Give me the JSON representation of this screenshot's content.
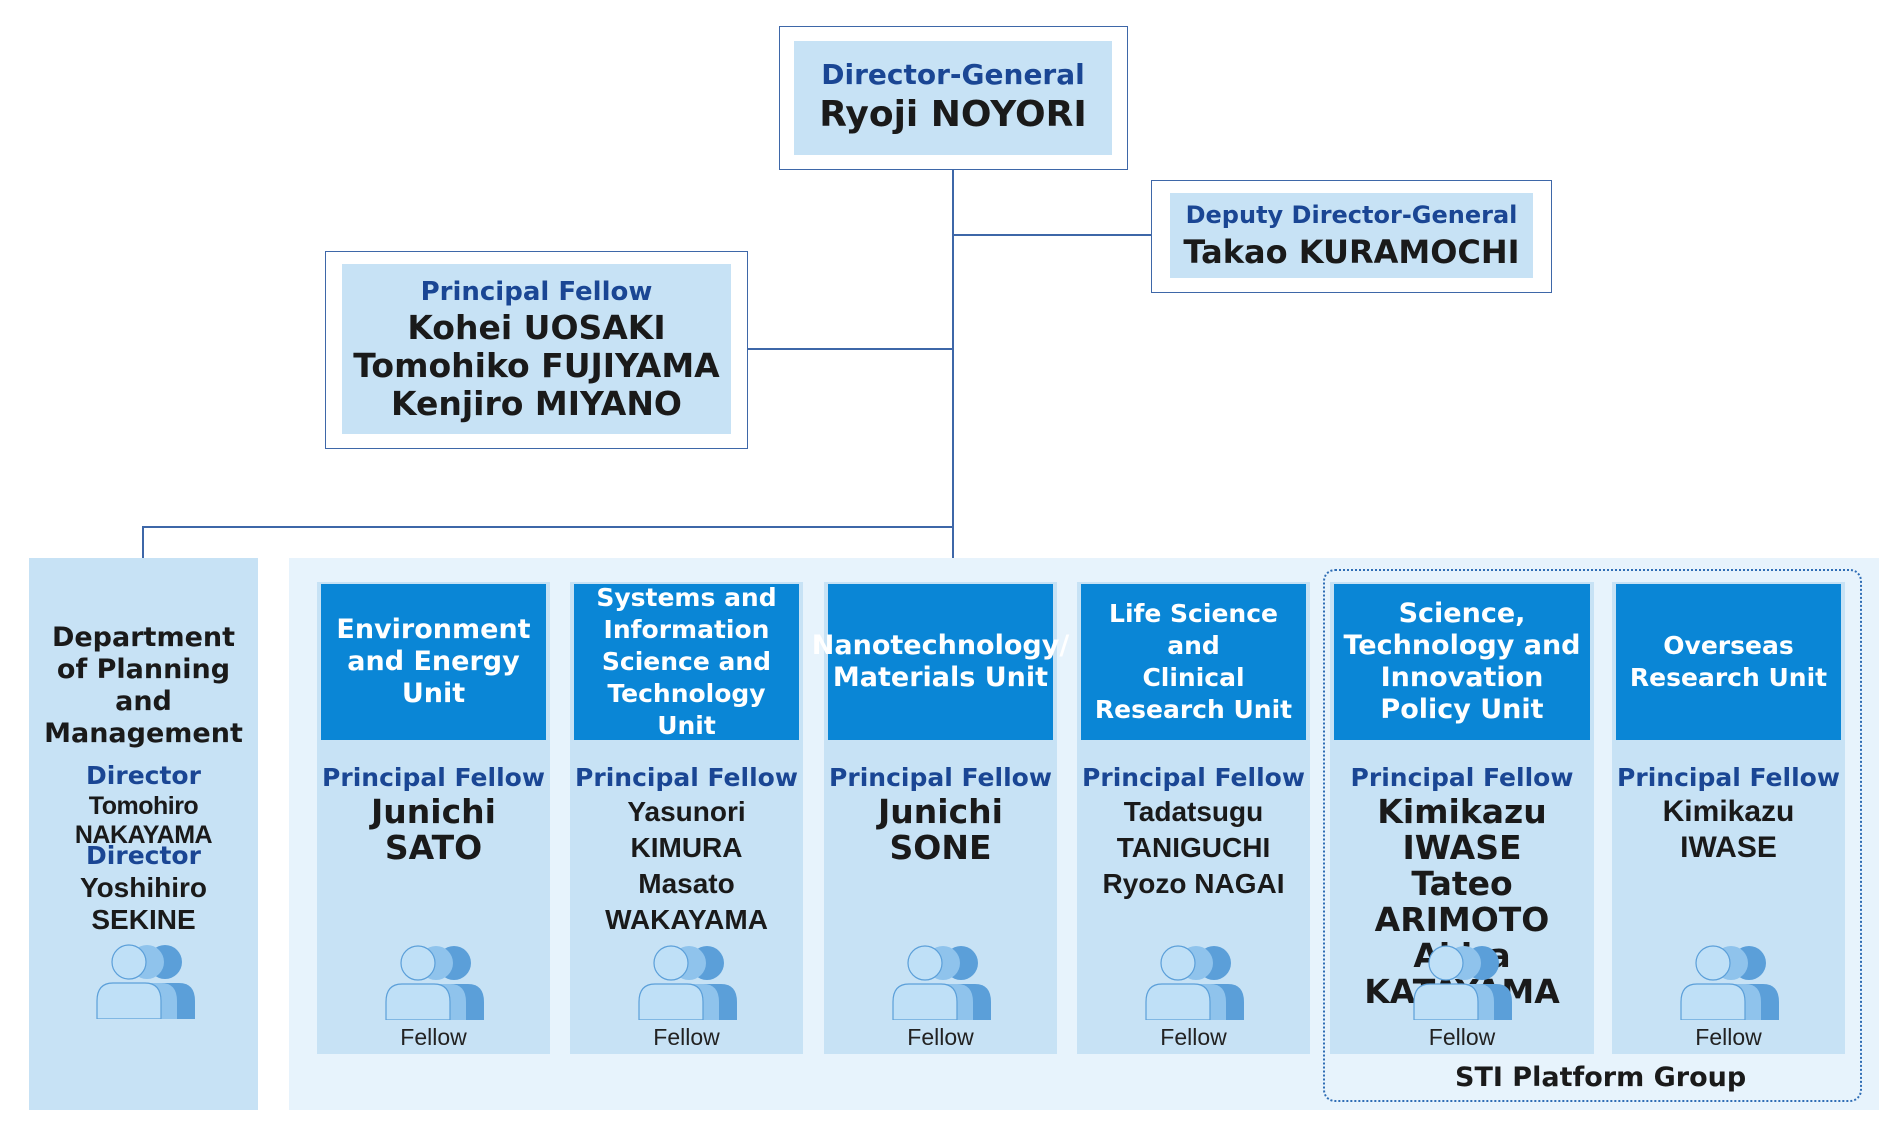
{
  "director_general": {
    "role": "Director-General",
    "name": "Ryoji NOYORI"
  },
  "deputy": {
    "role": "Deputy Director-General",
    "name": "Takao KURAMOCHI"
  },
  "principal_fellow_top": {
    "role": "Principal Fellow",
    "names": "Kohei UOSAKI\nTomohiko FUJIYAMA\nKenjiro MIYANO"
  },
  "department": {
    "title": "Department of Planning and Management",
    "director1_role": "Director",
    "director1_name": "Tomohiro NAKAYAMA",
    "director2_role": "Director",
    "director2_name": "Yoshihiro SEKINE"
  },
  "units": [
    {
      "header": "Environment\nand Energy\nUnit",
      "role": "Principal Fellow",
      "names": "Junichi SATO",
      "fellow": "Fellow"
    },
    {
      "header": "Systems and\nInformation\nScience and\nTechnology Unit",
      "role": "Principal Fellow",
      "names": "Yasunori KIMURA\nMasato WAKAYAMA",
      "fellow": "Fellow"
    },
    {
      "header": "Nanotechnology/\nMaterials Unit",
      "role": "Principal Fellow",
      "names": "Junichi SONE",
      "fellow": "Fellow"
    },
    {
      "header": "Life Science\nand\nClinical\nResearch Unit",
      "role": "Principal Fellow",
      "names": "Tadatsugu TANIGUCHI\nRyozo NAGAI",
      "fellow": "Fellow"
    },
    {
      "header": "Science,\nTechnology and\nInnovation\nPolicy Unit",
      "role": "Principal Fellow",
      "names": "Kimikazu IWASE\nTateo ARIMOTO\nAkira KATAYAMA",
      "fellow": "Fellow"
    },
    {
      "header": "Overseas\nResearch Unit",
      "role": "Principal Fellow",
      "names": "Kimikazu IWASE",
      "fellow": "Fellow"
    }
  ],
  "sti_group_label": "STI Platform Group",
  "colors": {
    "line": "#3e67a8",
    "box_fill": "#c7e2f5",
    "header_fill": "#0a86d6",
    "role_text": "#1a4694",
    "units_background": "#e7f3fc",
    "icon_dark": "#5b9fd9",
    "icon_mid": "#8fc3ec",
    "icon_light": "#bfe0f7"
  },
  "icons": {
    "people": "people-group-icon"
  }
}
